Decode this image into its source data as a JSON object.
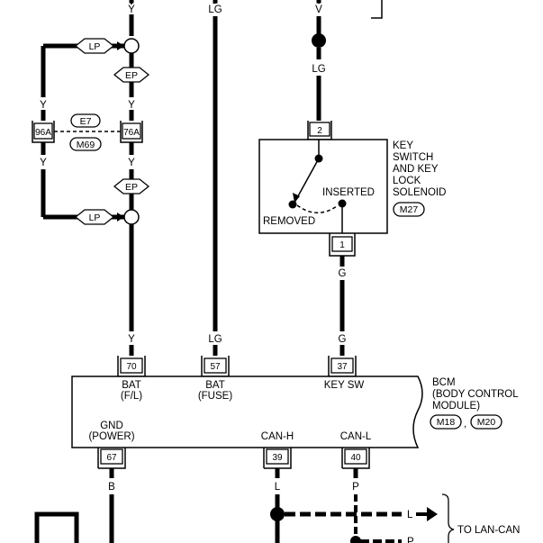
{
  "wires": {
    "left_top": "Y",
    "center": "LG",
    "right_top": "V",
    "right_below_node": "LG",
    "left_loop_top": "Y",
    "left_loop_bottom": "Y",
    "left_mid_1": "Y",
    "left_mid_2": "Y",
    "left_low": "Y",
    "center_low": "LG",
    "right_low": "G",
    "right_low_2": "G",
    "gnd": "B",
    "canh": "L",
    "canl": "P",
    "can_right": "L",
    "can_right_2": "P"
  },
  "splices": {
    "lp_top": "LP",
    "ep_top": "EP",
    "ep_bottom": "EP",
    "lp_bottom": "LP"
  },
  "connectors": {
    "c96a": "96A",
    "c76a": "76A",
    "e7": "E7",
    "m69": "M69",
    "ks_top": "2",
    "ks_bottom": "1",
    "bcm_70": "70",
    "bcm_57": "57",
    "bcm_37": "37",
    "bcm_67": "67",
    "bcm_39": "39",
    "bcm_40": "40"
  },
  "key_switch": {
    "title_lines": [
      "KEY",
      "SWITCH",
      "AND KEY",
      "LOCK",
      "SOLENOID"
    ],
    "ref": "M27",
    "inserted": "INSERTED",
    "removed": "REMOVED"
  },
  "bcm": {
    "title_lines": [
      "BCM",
      "(BODY CONTROL",
      "MODULE)"
    ],
    "ref1": "M18",
    "ref_sep": ",",
    "ref2": "M20",
    "pin_70_l1": "BAT",
    "pin_70_l2": "(F/L)",
    "pin_57_l1": "BAT",
    "pin_57_l2": "(FUSE)",
    "pin_37": "KEY SW",
    "pin_67_l1": "GND",
    "pin_67_l2": "(POWER)",
    "pin_39": "CAN-H",
    "pin_40": "CAN-L"
  },
  "lan_can": "TO LAN-CAN"
}
